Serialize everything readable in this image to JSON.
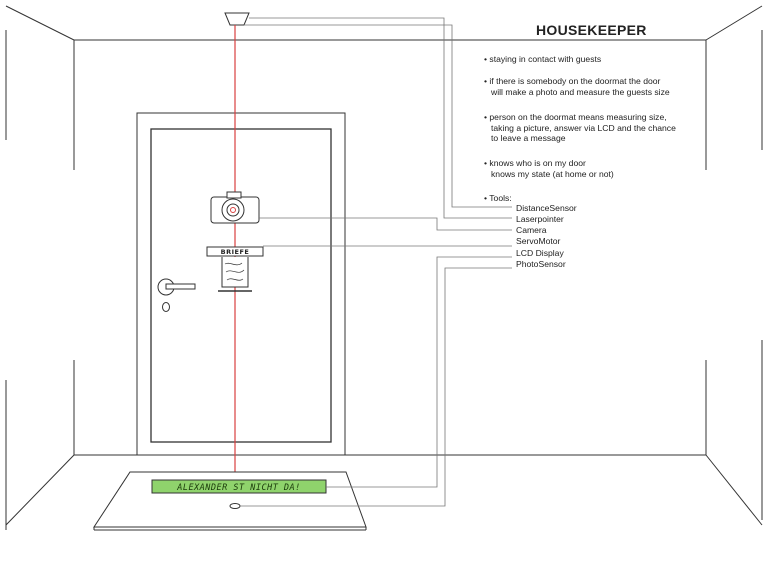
{
  "title": "HOUSEKEEPER",
  "bullets": [
    {
      "lines": [
        "•  staying in contact with guests"
      ]
    },
    {
      "lines": [
        "•  if there is somebody on the doormat the door",
        "will make a photo and measure the guests size"
      ]
    },
    {
      "lines": [
        "•  person on the doormat means measuring size,",
        "taking a picture, answer via LCD and the chance",
        "to leave a message"
      ]
    },
    {
      "lines": [
        "•  knows who is on my door",
        "knows my state (at home or not)"
      ]
    }
  ],
  "tools_heading": "• Tools:",
  "tools": [
    "DistanceSensor",
    "Laserpointer",
    "Camera",
    "ServoMotor",
    "LCD Display",
    "PhotoSensor"
  ],
  "mailbox_sign": "BRIEFE",
  "lcd_message": "ALEXANDER ST NICHT DA!",
  "colors": {
    "laser": "#d94040",
    "lcd_background": "#8fd36c",
    "lines": "#333333",
    "connector": "#777777"
  }
}
